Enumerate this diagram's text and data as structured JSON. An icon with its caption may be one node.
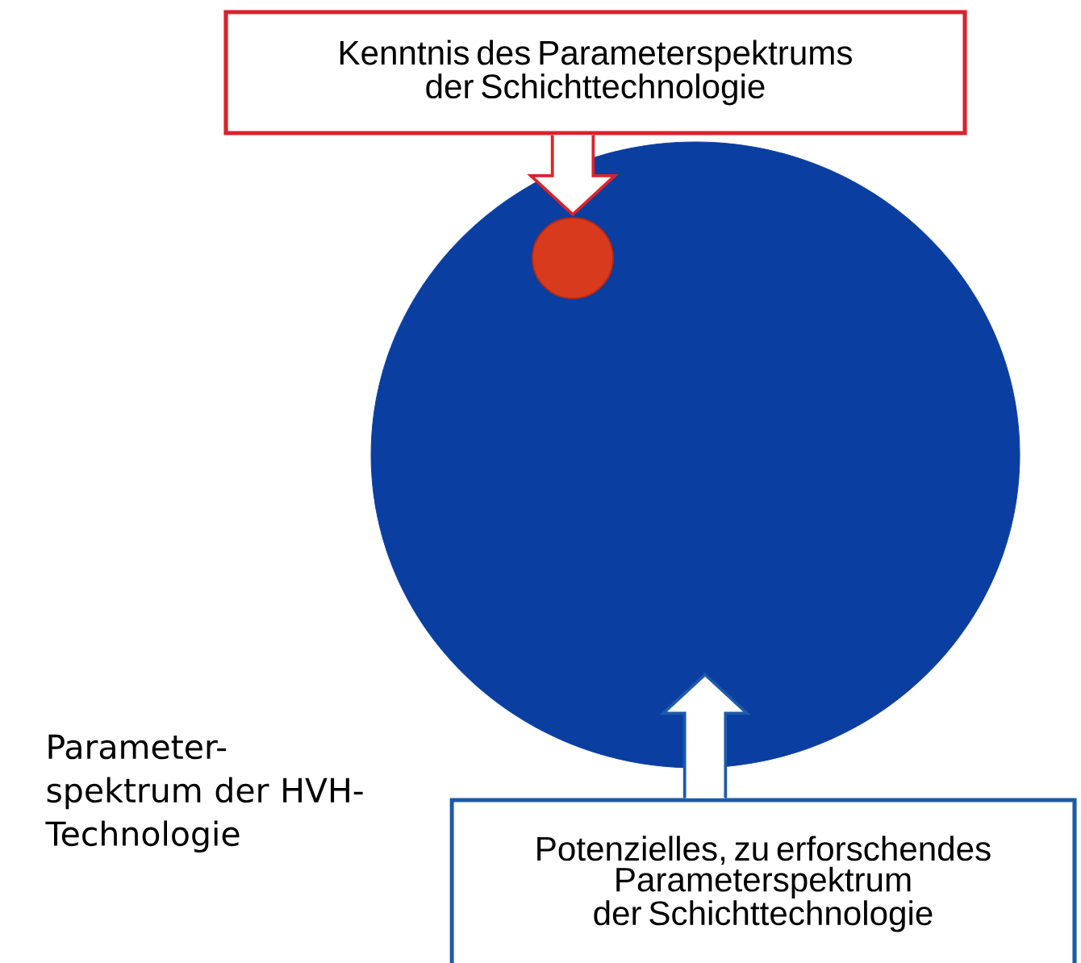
{
  "diagram": {
    "nodes": [
      {
        "text": [
          "Kenntnis des Parameterspektrums der Schichttechnologie"
        ]
      },
      {
        "text": [],
        "shape": "ellipse",
        "beside": [
          "Parameter- spektrum der HVH- Technologie"
        ]
      },
      {
        "text": [],
        "shape": "circle",
        "in": 1
      },
      {
        "text": [
          "Potenzielles, zu erforschendes Parameterspektrum der Schichttechnologie"
        ]
      }
    ],
    "edges": [
      {
        "from": 0,
        "to": 2,
        "arrow": "to",
        "color": "#d9232d"
      },
      {
        "from": 3,
        "to": 1,
        "arrow": "to",
        "color": "#1d5aa8"
      }
    ]
  }
}
